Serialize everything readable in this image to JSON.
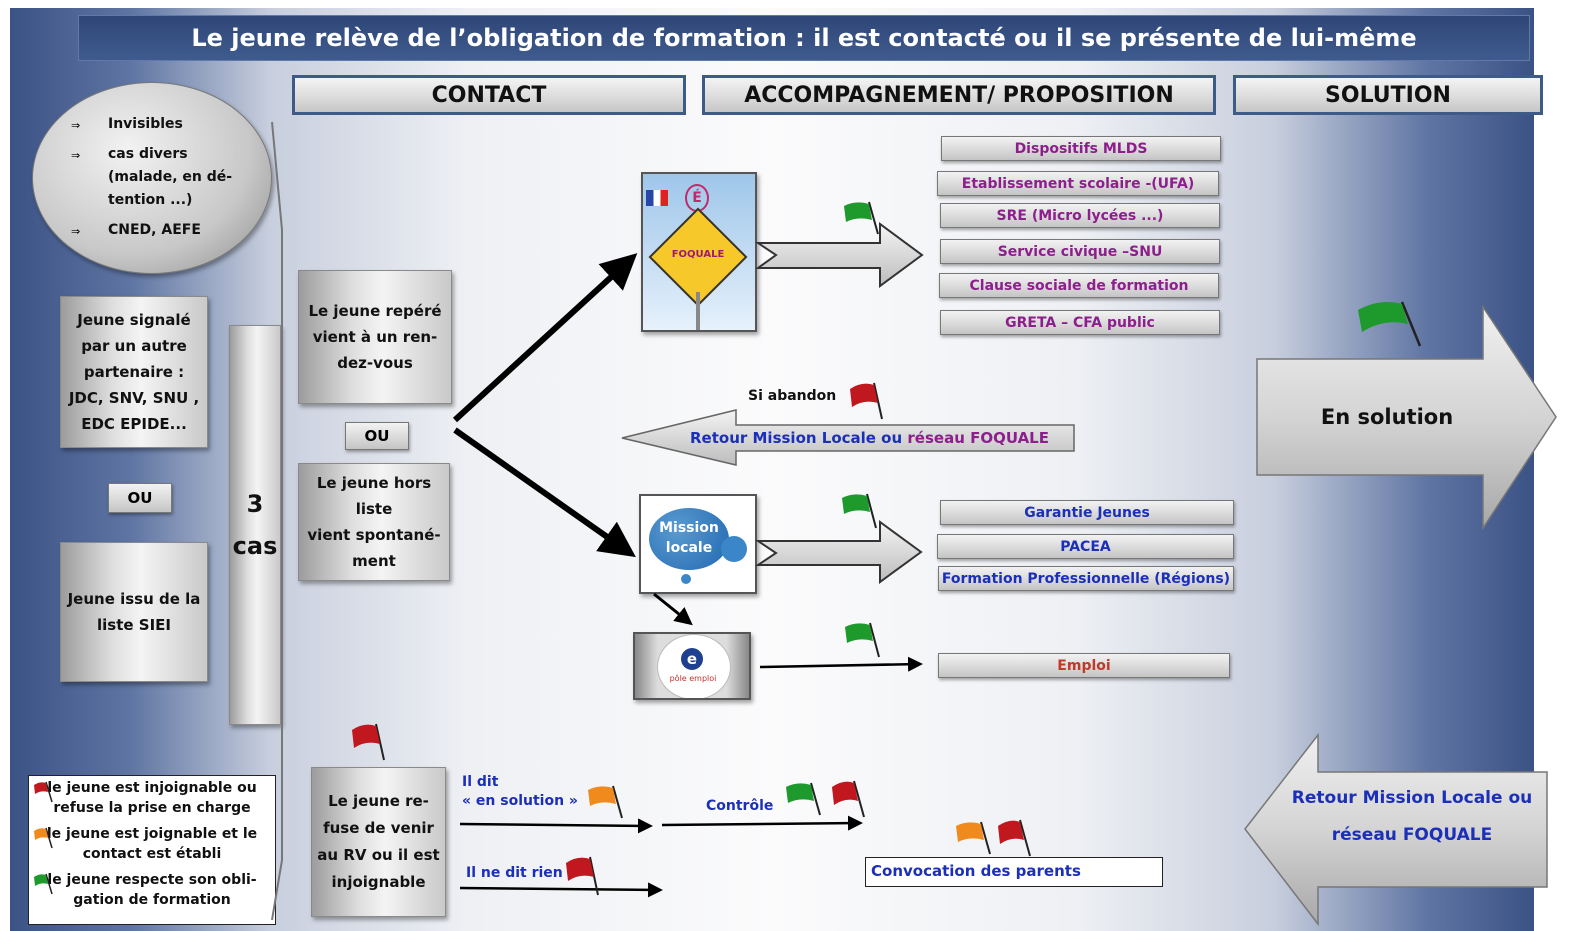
{
  "title": "Le jeune relève de l’obligation de formation : il est contacté ou il se présente de lui-même",
  "headers": {
    "contact": "CONTACT",
    "accompagnement": "ACCOMPAGNEMENT/ PROPOSITION",
    "solution": "SOLUTION"
  },
  "ellipse": {
    "invisibles": "Invisibles",
    "cas_divers_1": "cas divers",
    "cas_divers_2": "(malade, en dé-",
    "cas_divers_3": "tention ...)",
    "cned": "CNED, AEFE"
  },
  "left": {
    "jeune_signale_1": "Jeune signalé",
    "jeune_signale_2": "par un autre",
    "jeune_signale_3": "partenaire  :",
    "jeune_signale_4": "JDC, SNV, SNU ,",
    "jeune_signale_5": "EDC EPIDE...",
    "ou": "OU",
    "siei_1": "Jeune issu de la",
    "siei_2": "liste SIEI"
  },
  "three_cases_1": "3",
  "three_cases_2": "cas",
  "middle": {
    "repere_1": "Le jeune repéré",
    "repere_2": "vient à un ren-",
    "repere_3": "dez-vous",
    "ou": "OU",
    "hors_liste_1": "Le jeune hors",
    "hors_liste_2": "liste",
    "hors_liste_3": "vient spontané-",
    "hors_liste_4": "ment",
    "refuse_1": "Le jeune re-",
    "refuse_2": "fuse  de venir",
    "refuse_3": "au RV ou il est",
    "refuse_4": "injoignable"
  },
  "foquale_logo": "FOQUALE",
  "mission_locale_logo_1": "Mission",
  "mission_locale_logo_2": "locale",
  "pole_emploi_logo": "pôle emploi",
  "options_foquale": [
    "Dispositifs MLDS",
    "Etablissement scolaire -(UFA)",
    "SRE (Micro lycées ...)",
    "Service civique –SNU",
    "Clause sociale de formation",
    "GRETA – CFA public"
  ],
  "abandon": {
    "label": "Si abandon",
    "retour_part1": "Retour Mission Locale ou",
    "retour_part2": "réseau FOQUALE"
  },
  "options_mission_locale": [
    "Garantie Jeunes",
    "PACEA",
    "Formation Professionnelle (Régions)"
  ],
  "emploi": "Emploi",
  "en_solution": "En solution",
  "retour_right_1": "Retour Mission Locale ou",
  "retour_right_2": "réseau FOQUALE",
  "bottom": {
    "il_dit_1": "Il dit",
    "il_dit_2": "« en solution »",
    "controle": "Contrôle",
    "il_ne_dit_rien": "Il ne dit rien",
    "convocation": "Convocation des parents"
  },
  "legend": {
    "red_1": "le jeune est injoignable ou",
    "red_2": "refuse la prise en charge",
    "orange_1": "le jeune est joignable et le",
    "orange_2": "contact est établi",
    "green_1": "le jeune respecte son obli-",
    "green_2": "gation de formation"
  },
  "colors": {
    "red_flag": "#c0181e",
    "orange_flag": "#f08a1c",
    "green_flag": "#1d9a2b",
    "title_bg": "#334a7c",
    "purple_text": "#8c1f8c",
    "blue_text": "#1c2fb8"
  }
}
